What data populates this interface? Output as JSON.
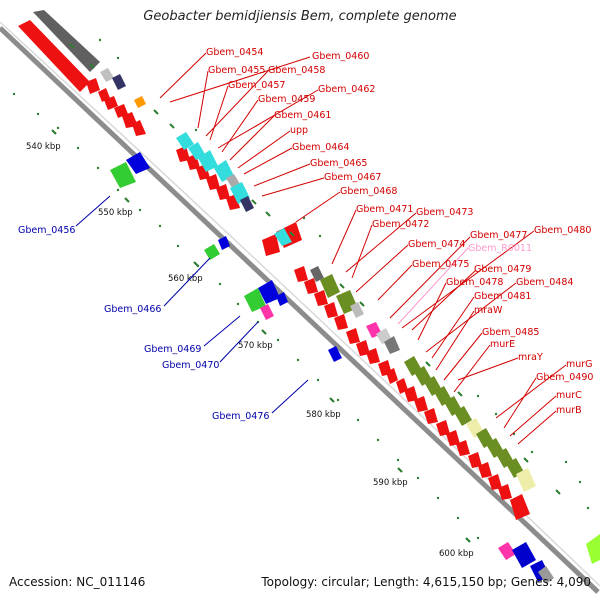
{
  "title": "Geobacter bemidjiensis Bem, complete genome",
  "footer": {
    "accession": "Accession: NC_011146",
    "summary": "Topology: circular; Length: 4,615,150 bp; Genes: 4,090"
  },
  "colors": {
    "backbone": "#8a8a8a",
    "tick": "#2e7d32",
    "strand_plus_label": "#d40000",
    "strand_minus_label": "#0000aa",
    "rna_label": "#ff99cc"
  },
  "kbp_marks": [
    {
      "label": "540 kbp",
      "kbp": 540
    },
    {
      "label": "550 kbp",
      "kbp": 550
    },
    {
      "label": "560 kbp",
      "kbp": 560
    },
    {
      "label": "570 kbp",
      "kbp": 570
    },
    {
      "label": "580 kbp",
      "kbp": 580
    },
    {
      "label": "590 kbp",
      "kbp": 590
    },
    {
      "label": "600 kbp",
      "kbp": 600
    }
  ],
  "gene_labels_plus": [
    "Gbem_0454",
    "Gbem_0460",
    "Gbem_0455",
    "Gbem_0458",
    "Gbem_0457",
    "Gbem_0462",
    "Gbem_0459",
    "Gbem_0461",
    "upp",
    "Gbem_0464",
    "Gbem_0465",
    "Gbem_0467",
    "Gbem_0468",
    "Gbem_0471",
    "Gbem_0473",
    "Gbem_0472",
    "Gbem_0477",
    "Gbem_0480",
    "Gbem_0474",
    "Gbem_0475",
    "Gbem_0479",
    "Gbem_0478",
    "Gbem_0484",
    "Gbem_0481",
    "mraW",
    "Gbem_0485",
    "murE",
    "mraY",
    "murG",
    "Gbem_0490",
    "murC",
    "murB"
  ],
  "gene_labels_rna": [
    "Gbem_R0011"
  ],
  "gene_labels_minus": [
    "Gbem_0456",
    "Gbem_0466",
    "Gbem_0469",
    "Gbem_0470",
    "Gbem_0476"
  ]
}
